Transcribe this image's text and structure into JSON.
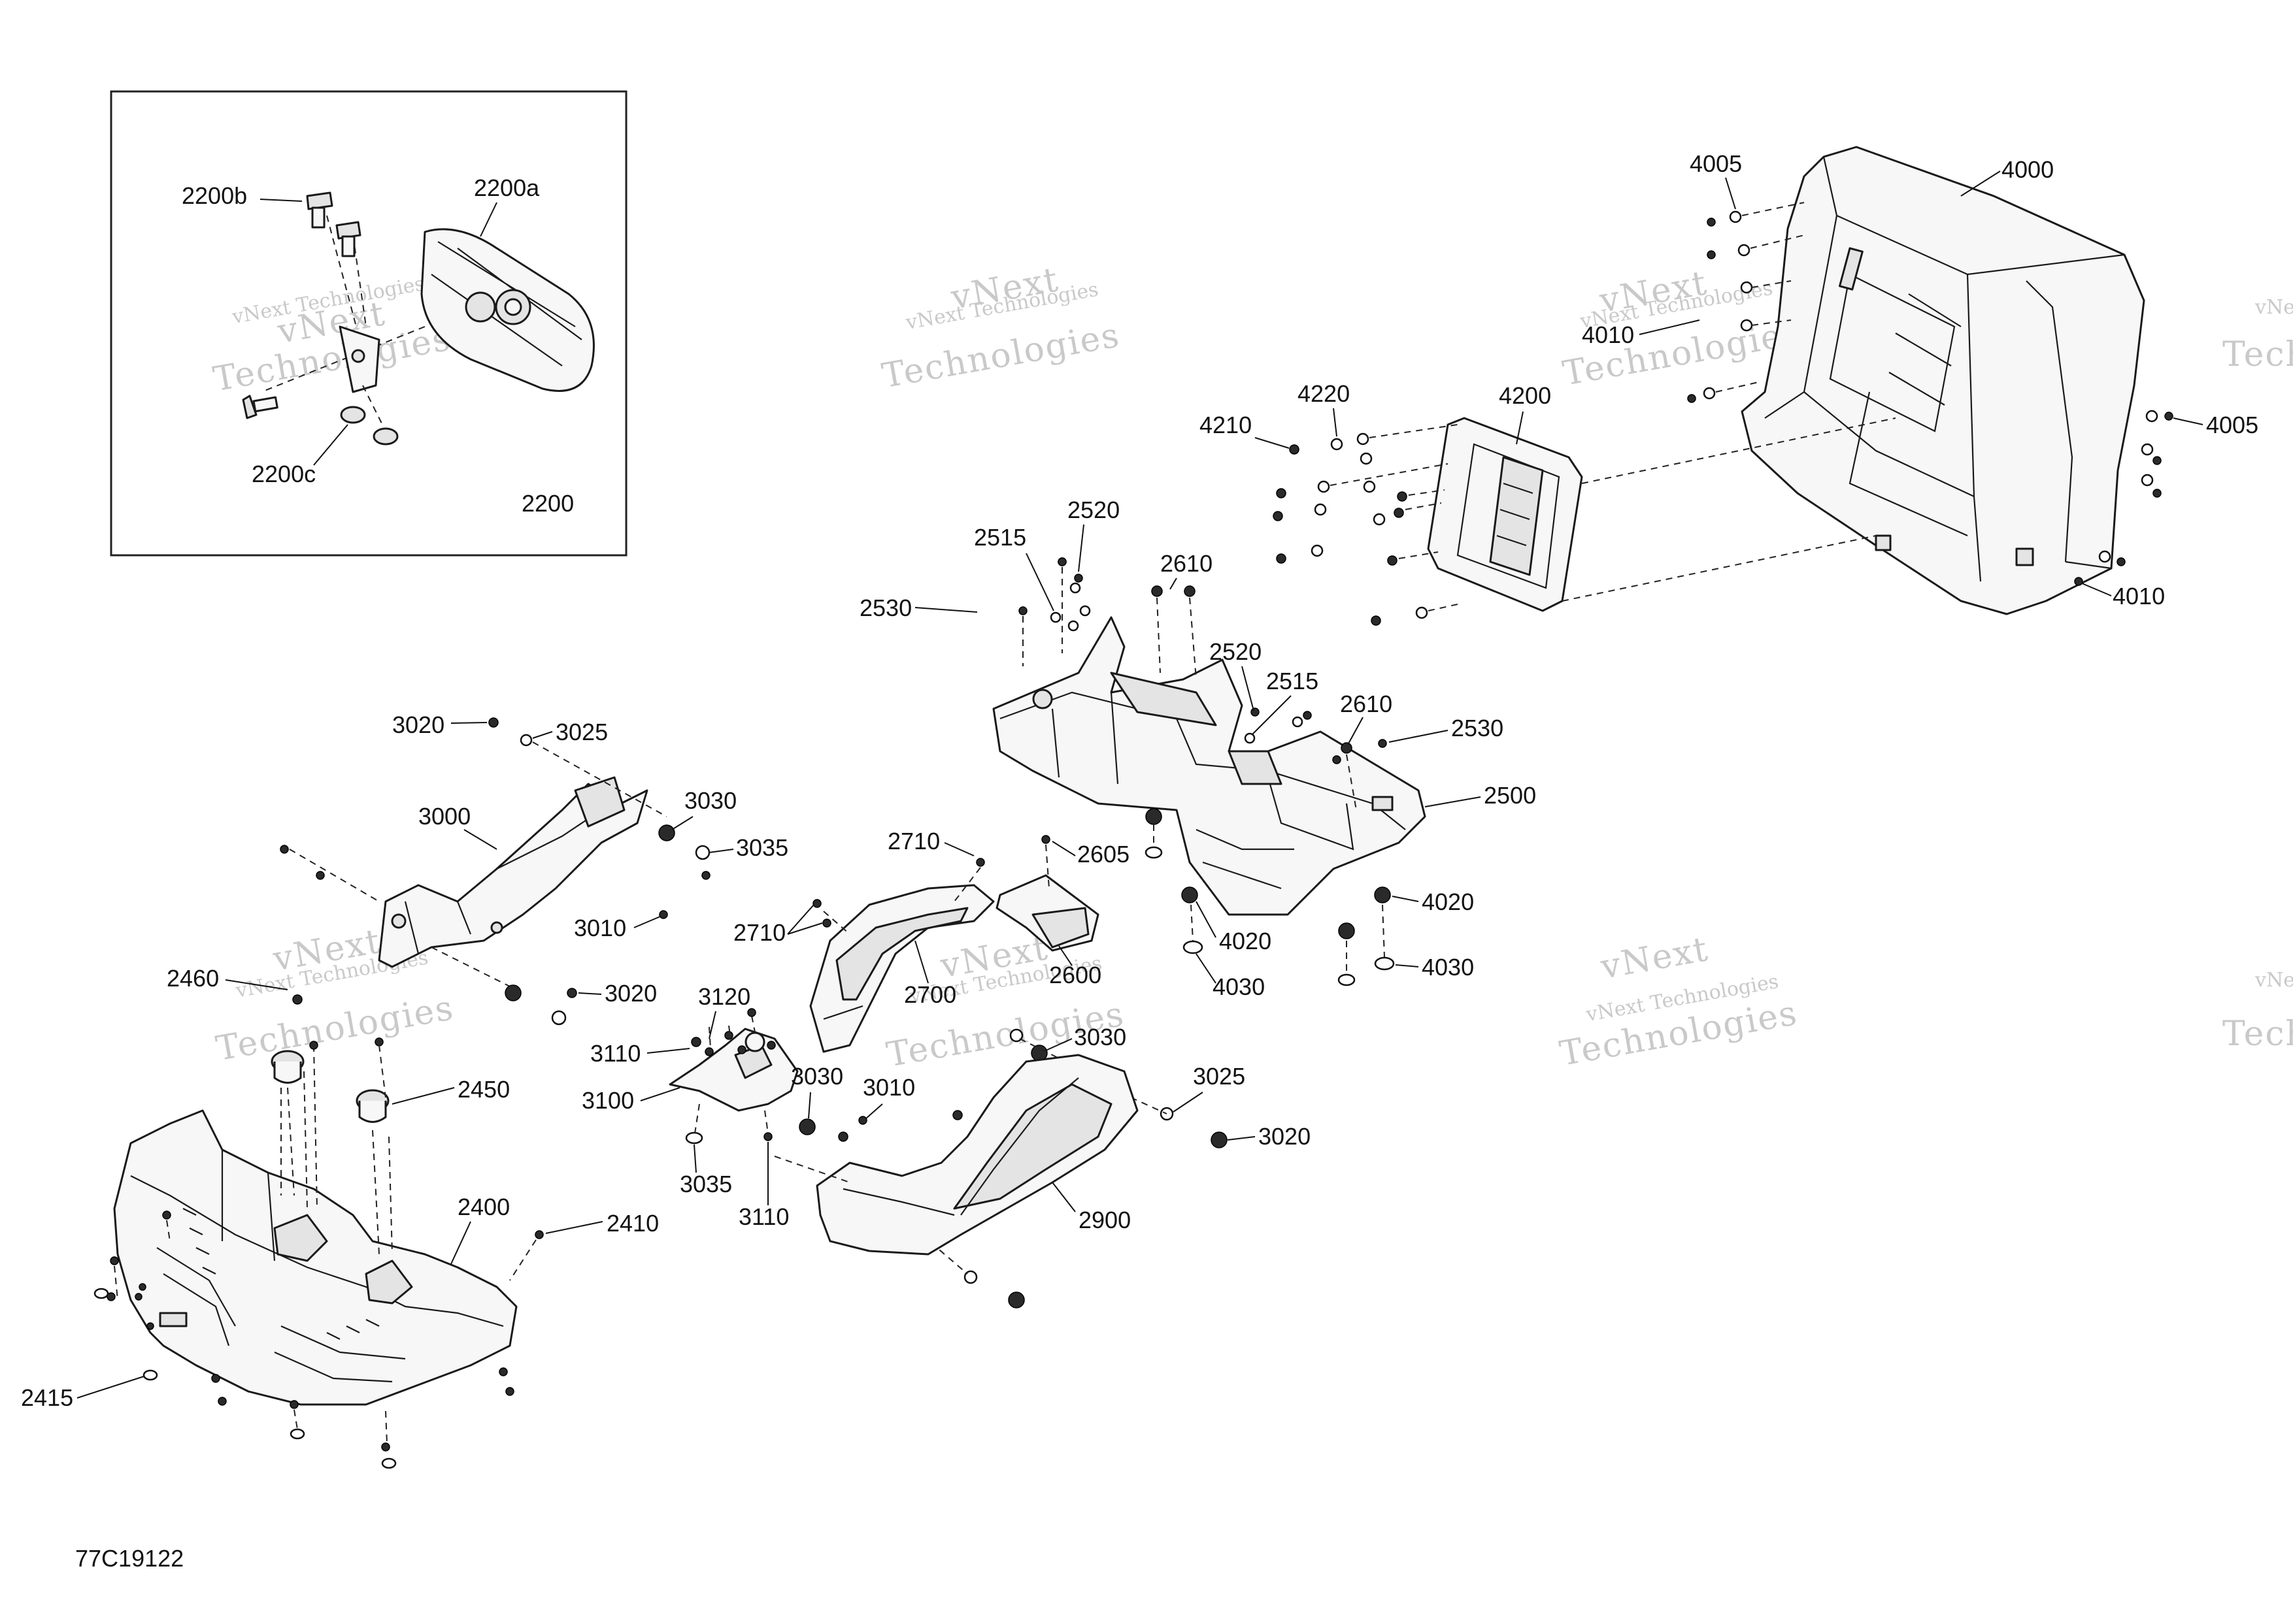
{
  "figure_id": "77C19122",
  "watermark": {
    "line1": "vNext Technologies",
    "line2": "vNext",
    "line3": "Technologies"
  },
  "inset": {
    "assembly_label": "2200",
    "labels": [
      "2200b",
      "2200a",
      "2200c"
    ]
  },
  "callouts": [
    "4005",
    "4000",
    "4010",
    "4005",
    "4010",
    "4220",
    "4200",
    "4210",
    "2520",
    "2515",
    "2610",
    "2530",
    "2520",
    "2515",
    "2610",
    "2530",
    "2500",
    "4020",
    "4020",
    "4030",
    "4030",
    "2710",
    "2605",
    "2710",
    "2600",
    "2700",
    "3020",
    "3025",
    "3000",
    "3030",
    "3035",
    "3010",
    "3020",
    "2460",
    "3120",
    "3110",
    "3100",
    "3030",
    "3010",
    "3030",
    "3025",
    "3020",
    "3035",
    "3110",
    "2900",
    "2450",
    "2400",
    "2410",
    "2415"
  ]
}
